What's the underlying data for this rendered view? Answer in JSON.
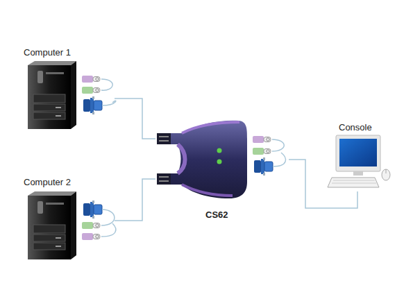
{
  "diagram": {
    "nodes": [
      {
        "text": [
          "Computer 1"
        ]
      },
      {
        "text": [
          "Computer 2"
        ]
      },
      {
        "text": [
          "CS62"
        ]
      },
      {
        "text": [
          "Console"
        ]
      }
    ],
    "edges": [
      {
        "from": 0,
        "to": 2,
        "arrow": "none"
      },
      {
        "from": 1,
        "to": 2,
        "arrow": "none"
      },
      {
        "from": 2,
        "to": 3,
        "arrow": "none"
      }
    ]
  }
}
